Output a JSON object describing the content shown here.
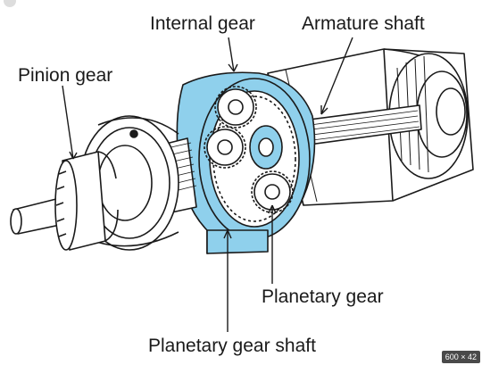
{
  "labels": {
    "pinion_gear": "Pinion gear",
    "internal_gear": "Internal gear",
    "armature_shaft": "Armature shaft",
    "planetary_gear": "Planetary gear",
    "planetary_gear_shaft": "Planetary gear shaft"
  },
  "image_size_badge": "600 × 42",
  "colors": {
    "highlight": "#8fd0ec",
    "line": "#1a1a1a",
    "background": "#ffffff"
  }
}
